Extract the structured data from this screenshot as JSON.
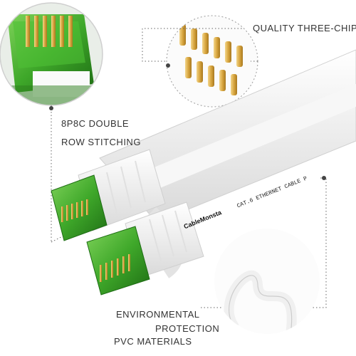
{
  "callouts": {
    "quality": "QUALITY THREE-CHIP",
    "stitch_line1": "8P8C DOUBLE",
    "stitch_line2": "ROW STITCHING",
    "env_line1": "ENVIRONMENTAL",
    "env_line2": "PROTECTION",
    "env_line3": "PVC MATERIALS"
  },
  "cable_print": {
    "brand": "CableMonsta",
    "spec": "CAT.6 ETHERNET CABLE P"
  },
  "colors": {
    "connector_green": "#3fa82a",
    "cable_white": "#f4f4f4",
    "gold_pin": "#d8a640",
    "callout_line": "#666666"
  }
}
